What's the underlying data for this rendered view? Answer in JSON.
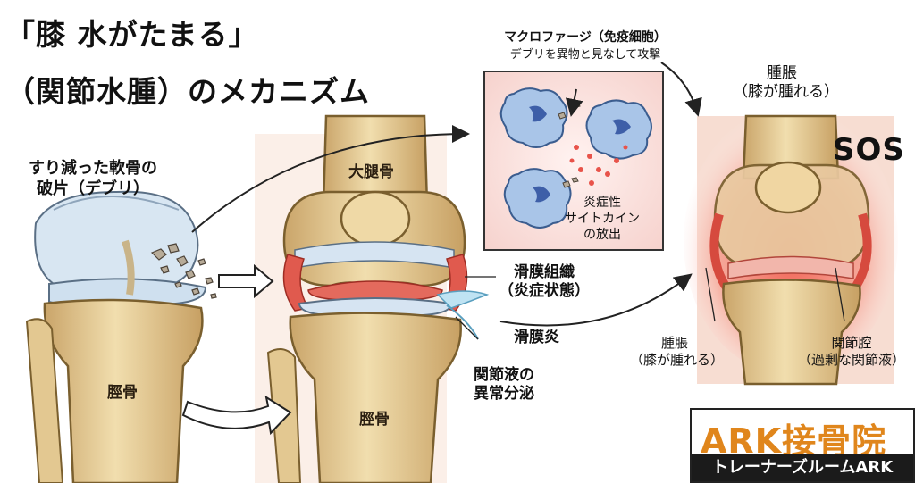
{
  "title": {
    "line1": "「膝 水がたまる」",
    "line2": "（関節水腫）のメカニズム"
  },
  "labels": {
    "debris": [
      "すり減った軟骨の",
      "破片（デブリ）"
    ],
    "femur": "大腿骨",
    "tibia_left": "脛骨",
    "tibia_middle": "脛骨",
    "macrophage": "マクロファージ（免疫細胞）",
    "macrophage_desc": "デブリを異物と見なして攻撃",
    "cytokine": [
      "炎症性",
      "サイトカイン",
      "の放出"
    ],
    "synovium": [
      "滑膜組織",
      "（炎症状態）"
    ],
    "synovitis": "滑膜炎",
    "joint_fluid": [
      "関節液の",
      "異常分泌"
    ],
    "swelling_top": [
      "腫脹",
      "（膝が腫れる）"
    ],
    "sos": "SOS",
    "swelling_bottom": [
      "腫脹",
      "（膝が腫れる）"
    ],
    "joint_cavity": [
      "関節腔",
      "（過剰な関節液）"
    ]
  },
  "logo": {
    "main": "ARK接骨院",
    "sub": "トレーナーズルームARK"
  },
  "colors": {
    "bone": "#e8d4a0",
    "bone_outline": "#7a5f2e",
    "cartilage": "#d6e4f2",
    "inflammation": "#e05a4e",
    "logo_orange": "#e0861c"
  }
}
